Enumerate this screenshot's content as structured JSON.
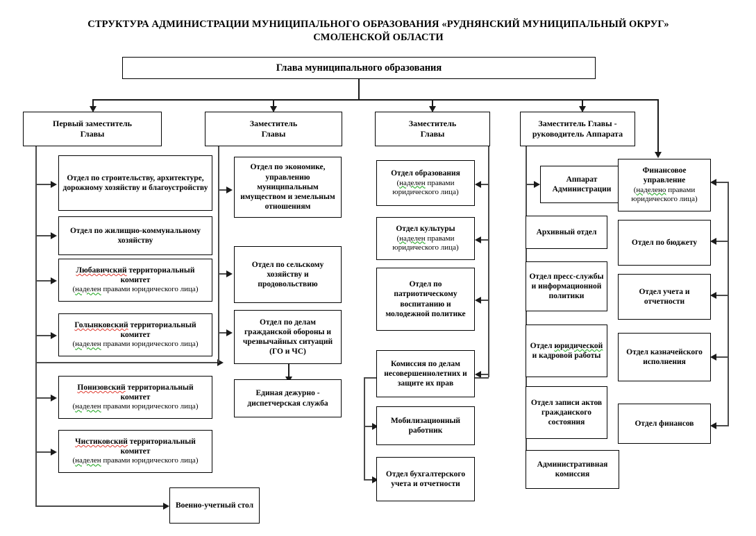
{
  "title": {
    "line1": "СТРУКТУРА АДМИНИСТРАЦИИ МУНИЦИПАЛЬНОГО ОБРАЗОВАНИЯ «РУДНЯНСКИЙ МУНИЦИПАЛЬНЫЙ ОКРУГ»",
    "line2": "СМОЛЕНСКОЙ ОБЛАСТИ"
  },
  "head": {
    "label": "Глава муниципального образования"
  },
  "deputies": [
    {
      "line1": "Первый заместитель",
      "line2": "Главы"
    },
    {
      "line1": "Заместитель",
      "line2": "Главы"
    },
    {
      "line1": "Заместитель",
      "line2": "Главы"
    },
    {
      "line1": "Заместитель Главы -",
      "line2": "руководитель Аппарата"
    }
  ],
  "column1": [
    {
      "main": "Отдел  по строительству, архитектуре, дорожному хозяйству и благоустройству",
      "sub": "",
      "sub_marked": ""
    },
    {
      "main": "Отдел по жилищно-коммунальному хозяйству",
      "sub": "",
      "sub_marked": ""
    },
    {
      "main_marked": "Любавичский",
      "main": " территориальный комитет",
      "sub_marked": "наделен",
      "sub": " правами юридического лица"
    },
    {
      "main_marked": "Голынковский",
      "main": " территориальный комитет",
      "sub_marked": "наделен",
      "sub": " правами юридического лица"
    },
    {
      "main_marked": "Понизовский",
      "main": " территориальный комитет",
      "sub_marked": "наделен",
      "sub": " правами юридического лица"
    },
    {
      "main_marked": "Чистиковский",
      "main": " территориальный комитет",
      "sub_marked": "наделен",
      "sub": " правами юридического лица"
    }
  ],
  "column1_extra": {
    "main": "Военно-учетный стол"
  },
  "column2": [
    {
      "main": "Отдел по экономике, управлению муниципальным имуществом и земельным отношениям"
    },
    {
      "main": "Отдел по сельскому хозяйству и продовольствию"
    },
    {
      "main": "Отдел по делам гражданской обороны и чрезвычайных ситуаций (ГО и ЧС)"
    },
    {
      "main": "Единая дежурно - диспетчерская служба"
    }
  ],
  "column3": [
    {
      "main": "Отдел образования",
      "sub_marked": "наделен",
      "sub": " правами юридического лица"
    },
    {
      "main": "Отдел культуры",
      "sub_marked": "наделен",
      "sub": " правами юридического лица"
    },
    {
      "main": "Отдел по патриотическому воспитанию и молодежной политике"
    },
    {
      "main": "Комиссия по делам несовершеннолетних и защите их прав"
    },
    {
      "main": "Мобилизационный работник"
    },
    {
      "main": "Отдел бухгалтерского учета и отчетности"
    }
  ],
  "column4": [
    {
      "main": "Аппарат Администрации"
    },
    {
      "main": "Архивный отдел"
    },
    {
      "main": "Отдел пресс-службы и информационной политики"
    },
    {
      "main_pre": "Отдел ",
      "main_marked": "юридической",
      "main_post": " и кадровой работы"
    },
    {
      "main": "Отдел записи актов гражданского состояния"
    },
    {
      "main": "Административная комиссия"
    }
  ],
  "column5": [
    {
      "main": "Финансовое управление",
      "sub_marked": "наделено",
      "sub": " правами юридического лица"
    },
    {
      "main": "Отдел по бюджету"
    },
    {
      "main": "Отдел учета и отчетности"
    },
    {
      "main": "Отдел казначейского исполнения"
    },
    {
      "main": "Отдел финансов"
    }
  ],
  "colors": {
    "line": "#4a4a4a",
    "arrow": "#1a1a1a",
    "box_border": "#000000",
    "background": "#ffffff",
    "spell_red": "#e03a2f",
    "spell_green": "#12a013"
  }
}
